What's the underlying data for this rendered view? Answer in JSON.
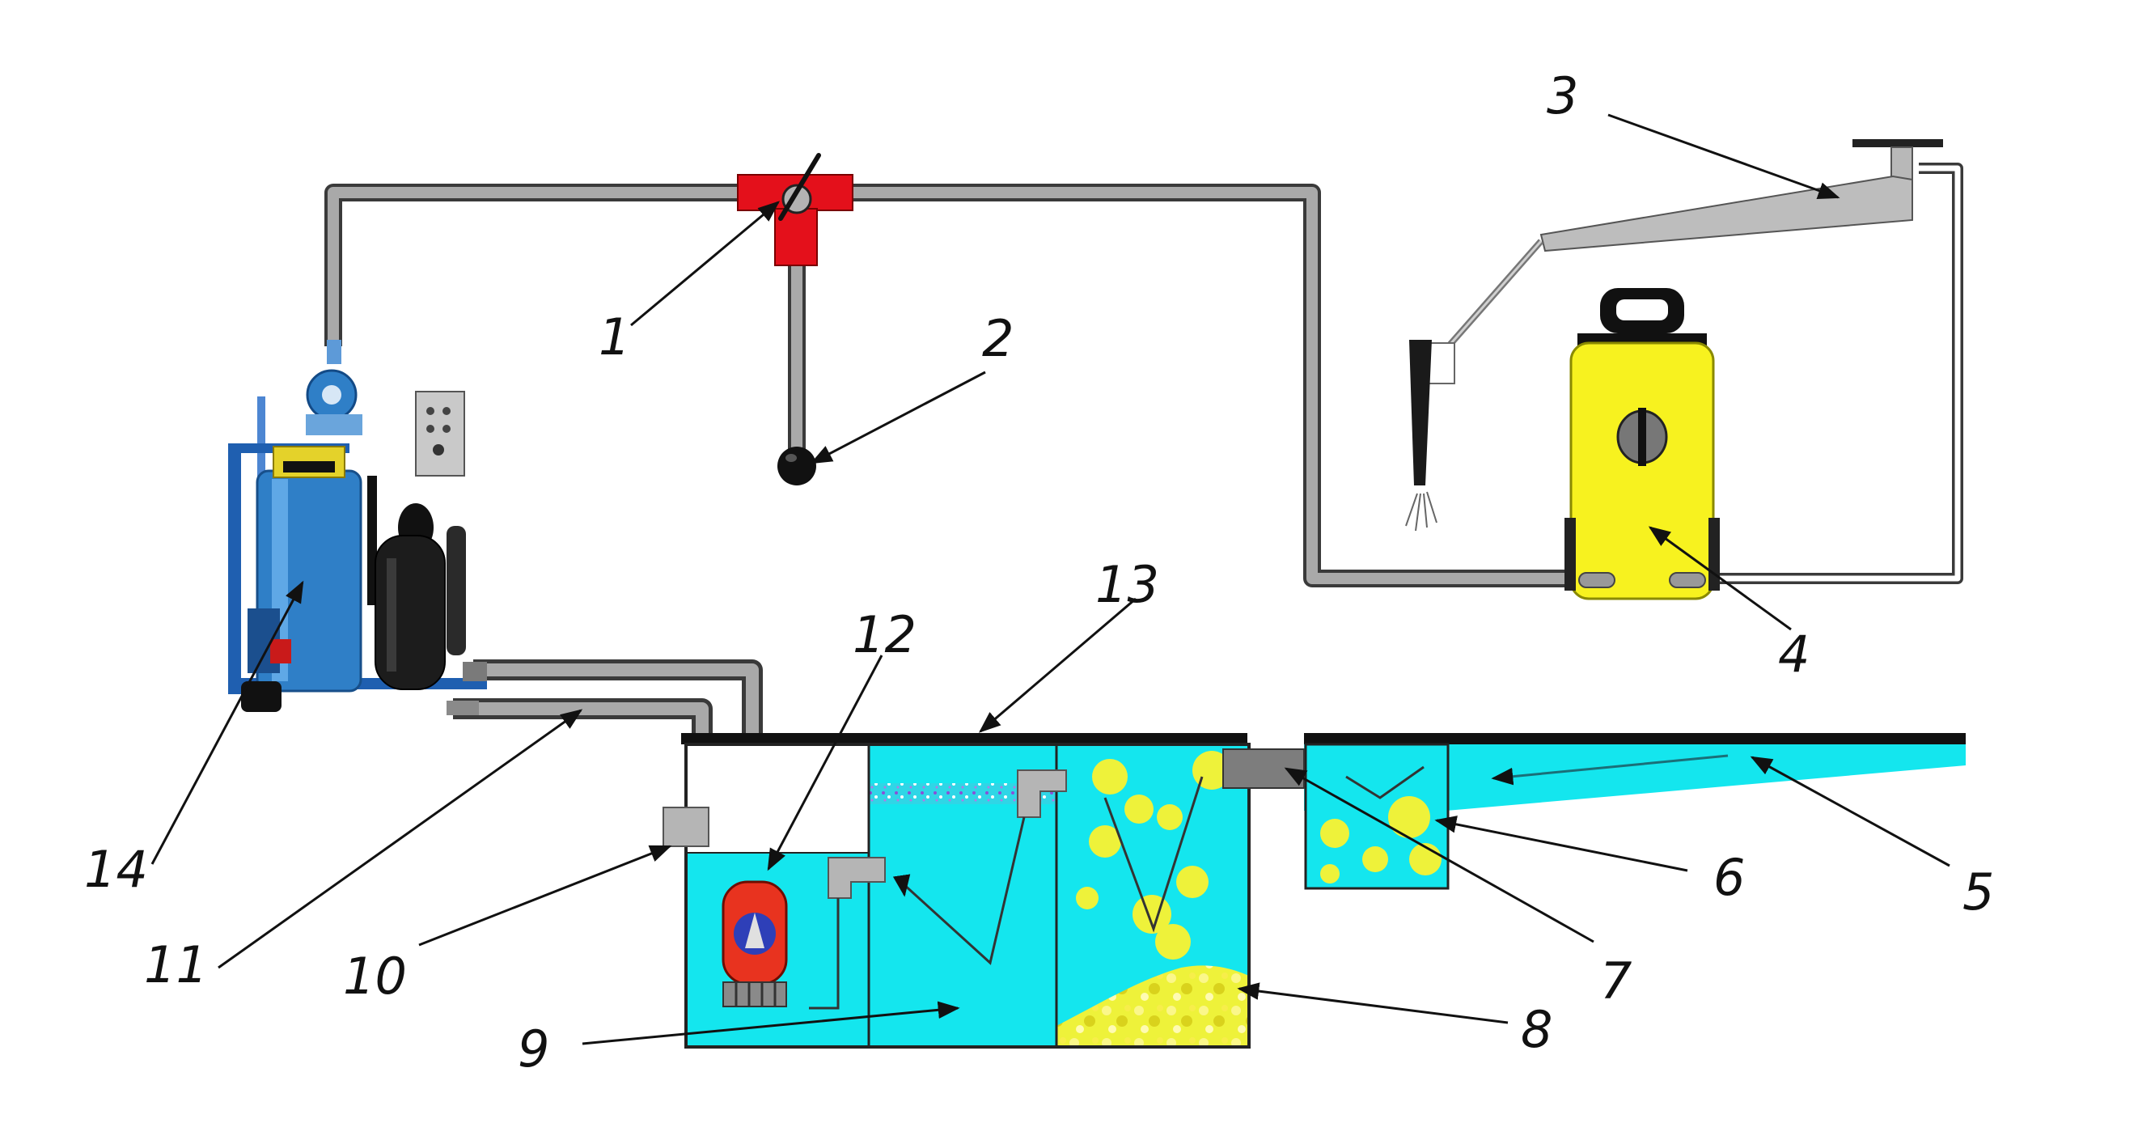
{
  "colors": {
    "pipe": "#a9a9a9",
    "pipe_edge": "#3a3a3a",
    "valve": "#e4101b",
    "water": "#14e6ee",
    "sediment": "#f2ee3a",
    "washer_body": "#f7f21f",
    "pump": "#e8331f",
    "unit_blue": "#2f7fc7",
    "deck": "#111111"
  },
  "labels": {
    "l1": "1",
    "l2": "2",
    "l3": "3",
    "l4": "4",
    "l5": "5",
    "l6": "6",
    "l7": "7",
    "l8": "8",
    "l9": "9",
    "l10": "10",
    "l11": "11",
    "l12": "12",
    "l13": "13",
    "l14": "14"
  }
}
